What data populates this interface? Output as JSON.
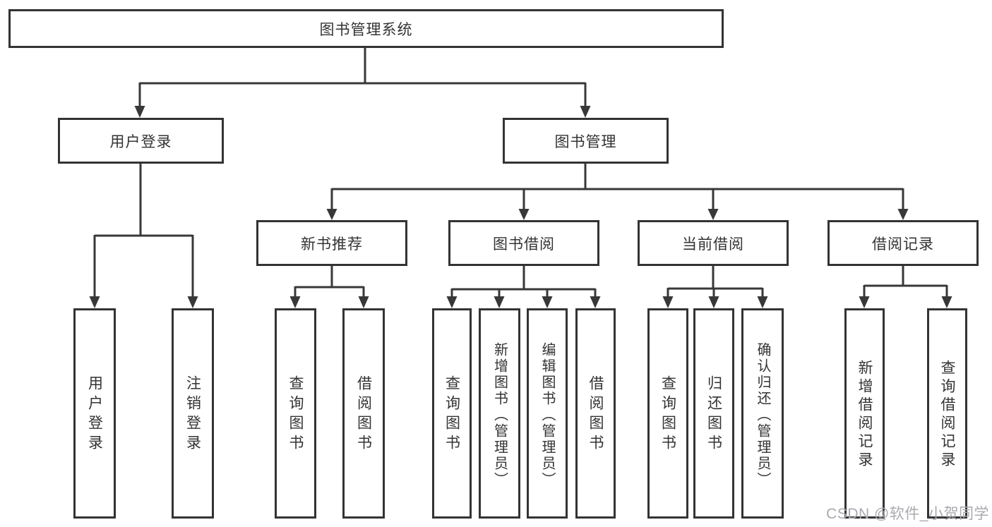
{
  "diagram": {
    "title_node": {
      "label": "图书管理系统"
    },
    "level2": [
      {
        "label": "用户登录"
      },
      {
        "label": "图书管理"
      }
    ],
    "level3": [
      {
        "label": "新书推荐"
      },
      {
        "label": "图书借阅"
      },
      {
        "label": "当前借阅"
      },
      {
        "label": "借阅记录"
      }
    ],
    "leaves": {
      "user_login": [
        "用户登录",
        "注销登录"
      ],
      "new_book_recommend": [
        "查询图书",
        "借阅图书"
      ],
      "book_borrow": [
        "查询图书",
        "新增图书（管理员）",
        "编辑图书（管理员）",
        "借阅图书"
      ],
      "current_borrow": [
        "查询图书",
        "归还图书",
        "确认归还（管理员）"
      ],
      "borrow_record": [
        "新增借阅记录",
        "查询借阅记录"
      ]
    }
  },
  "watermark": {
    "text": "CSDN @软件_小贺同学"
  },
  "colors": {
    "line": "#383838",
    "border": "#333333",
    "text": "#333333",
    "watermark": "#a9a9b0",
    "background": "#ffffff"
  }
}
